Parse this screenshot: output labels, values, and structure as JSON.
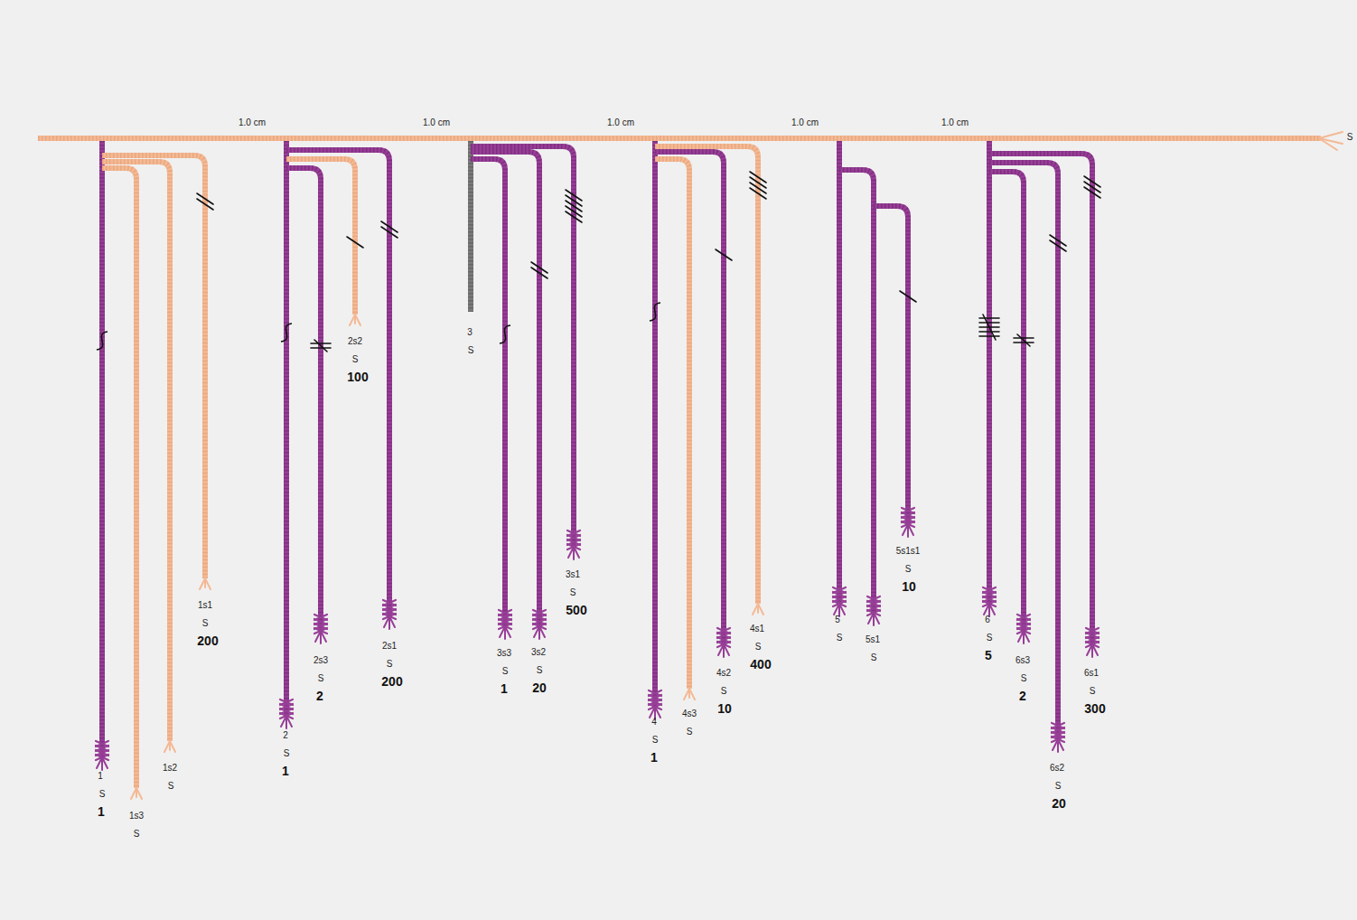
{
  "diagram": {
    "labels": [
      "1.0 cm",
      "1.0 cm",
      "1.0 cm",
      "1.0 cm",
      "1.0 cm",
      "S",
      "1",
      "S",
      "1",
      "1s3",
      "S",
      "1s2",
      "S",
      "1s1",
      "S",
      "200",
      "2",
      "S",
      "1",
      "2s3",
      "S",
      "2",
      "2s2",
      "S",
      "100",
      "2s1",
      "S",
      "200",
      "3",
      "S",
      "3s3",
      "S",
      "1",
      "3s2",
      "S",
      "20",
      "3s1",
      "S",
      "500",
      "4",
      "S",
      "1",
      "4s3",
      "S",
      "4s2",
      "S",
      "10",
      "4s1",
      "S",
      "400",
      "5",
      "S",
      "5s1",
      "S",
      "5s1s1",
      "S",
      "10",
      "6",
      "S",
      "5",
      "6s3",
      "S",
      "2",
      "6s2",
      "S",
      "20",
      "6s1",
      "S",
      "300"
    ]
  }
}
